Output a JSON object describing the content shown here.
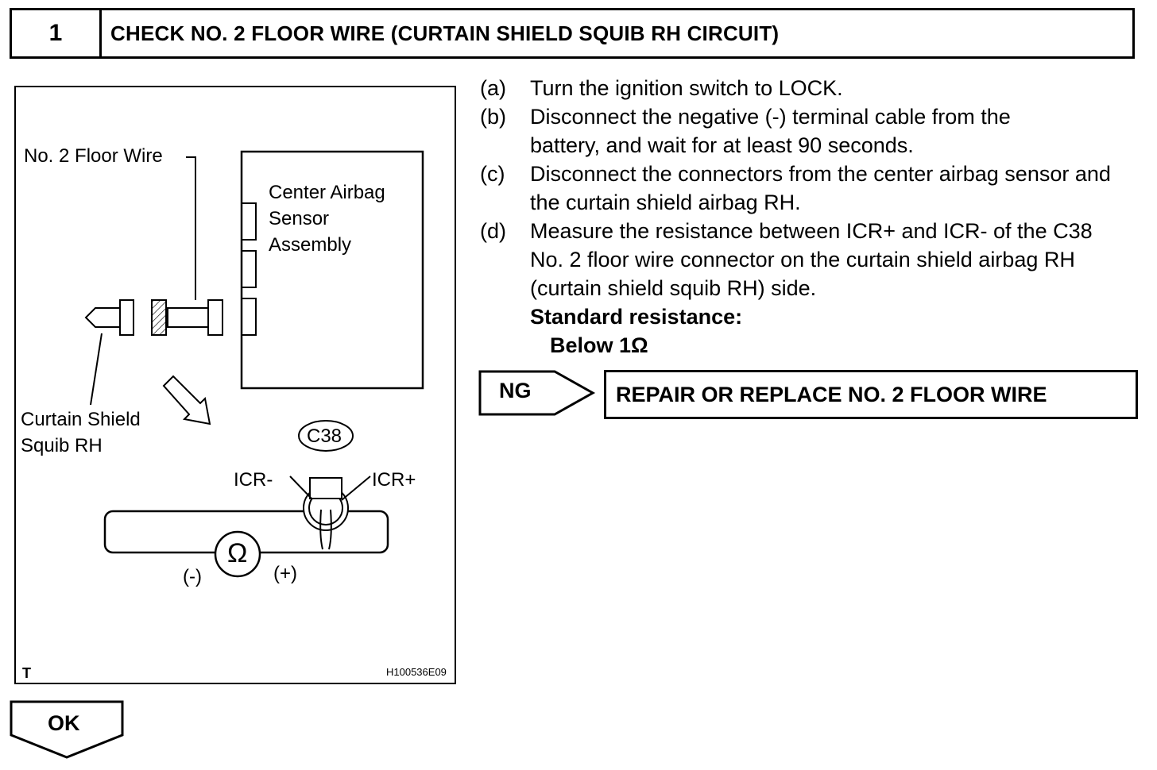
{
  "header": {
    "step_number": "1",
    "title": "CHECK NO. 2 FLOOR WIRE (CURTAIN SHIELD SQUIB RH CIRCUIT)"
  },
  "figure": {
    "label_floor_wire": "No. 2 Floor Wire",
    "label_sensor_line1": "Center Airbag",
    "label_sensor_line2": "Sensor",
    "label_sensor_line3": "Assembly",
    "label_squib_line1": "Curtain Shield",
    "label_squib_line2": "Squib RH",
    "connector_code": "C38",
    "terminal_minus": "ICR-",
    "terminal_plus": "ICR+",
    "ohm_symbol": "Ω",
    "probe_negative": "(-)",
    "probe_positive": "(+)",
    "corner_mark": "T",
    "figure_code": "H100536E09"
  },
  "steps": [
    {
      "letter": "(a)",
      "text": "Turn the ignition switch to LOCK."
    },
    {
      "letter": "(b)",
      "text": "Disconnect the negative (-) terminal cable from the battery, and wait for at least 90 seconds."
    },
    {
      "letter": "(c)",
      "text": "Disconnect the connectors from the center airbag sensor and the curtain shield airbag RH."
    },
    {
      "letter": "(d)",
      "text": "Measure the resistance between ICR+ and ICR- of the C38 No. 2 floor wire connector on the curtain shield airbag RH (curtain shield squib RH) side."
    }
  ],
  "spec": {
    "label": "Standard resistance:",
    "value": "Below 1Ω"
  },
  "result_ng": {
    "label": "NG",
    "action": "REPAIR OR REPLACE NO. 2 FLOOR WIRE"
  },
  "result_ok": {
    "label": "OK"
  }
}
